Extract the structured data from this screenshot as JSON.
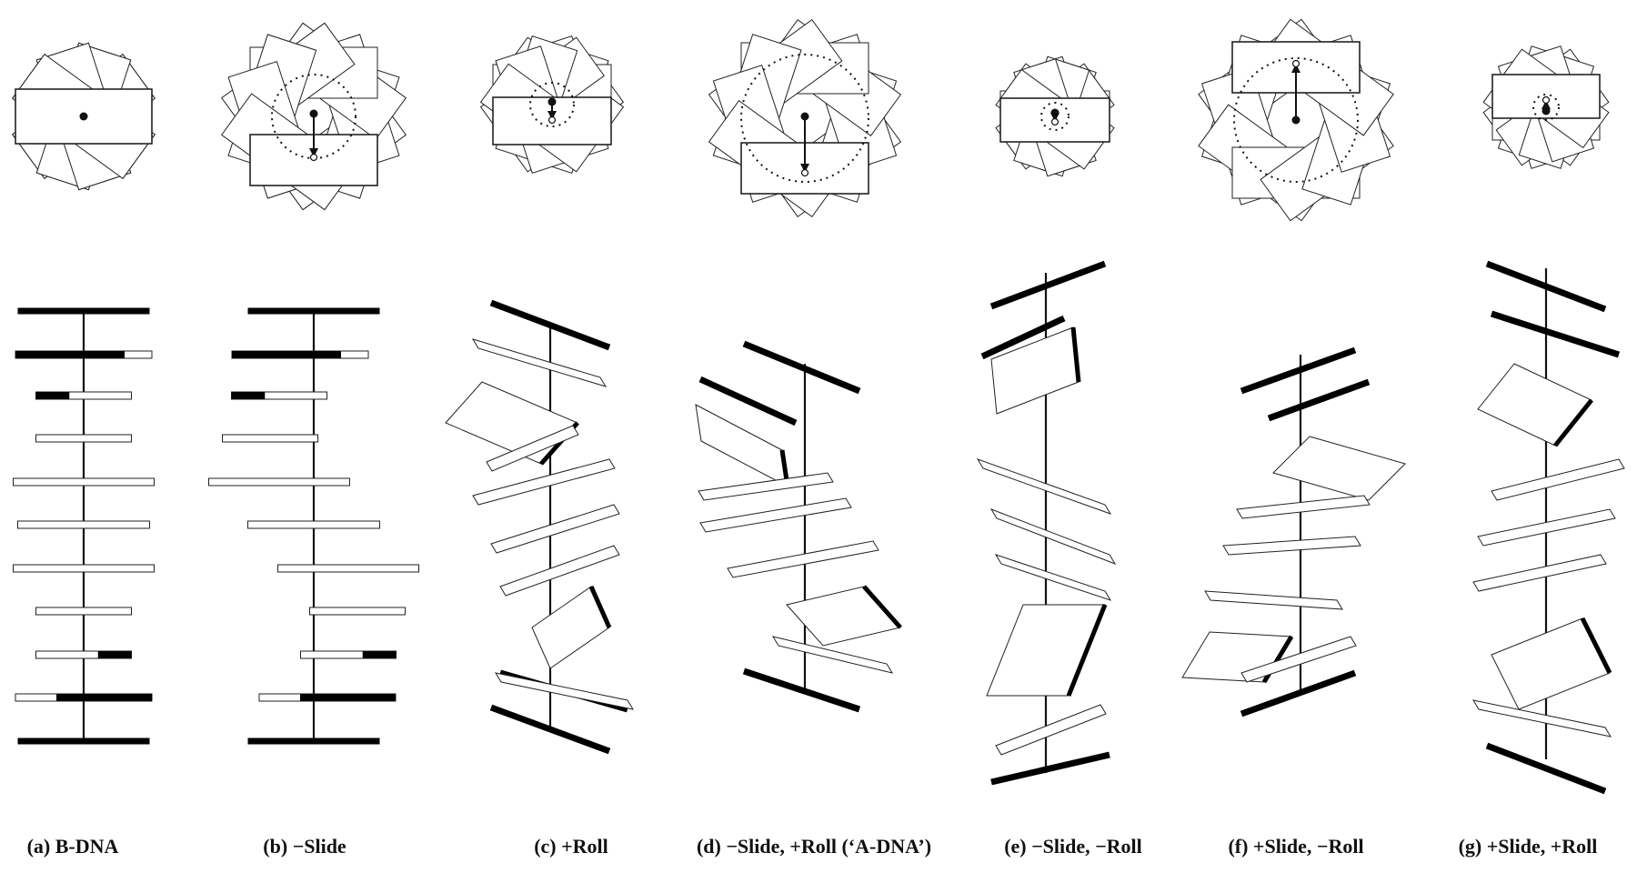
{
  "figure": {
    "panels": [
      {
        "id": "a",
        "caption": "(a) B-DNA"
      },
      {
        "id": "b",
        "caption": "(b) −Slide"
      },
      {
        "id": "c",
        "caption": "(c) +Roll"
      },
      {
        "id": "d",
        "caption": "(d) −Slide, +Roll (‘A-DNA’)"
      },
      {
        "id": "e",
        "caption": "(e) −Slide, −Roll"
      },
      {
        "id": "f",
        "caption": "(f) +Slide, −Roll"
      },
      {
        "id": "g",
        "caption": "(g) +Slide, +Roll"
      }
    ]
  }
}
